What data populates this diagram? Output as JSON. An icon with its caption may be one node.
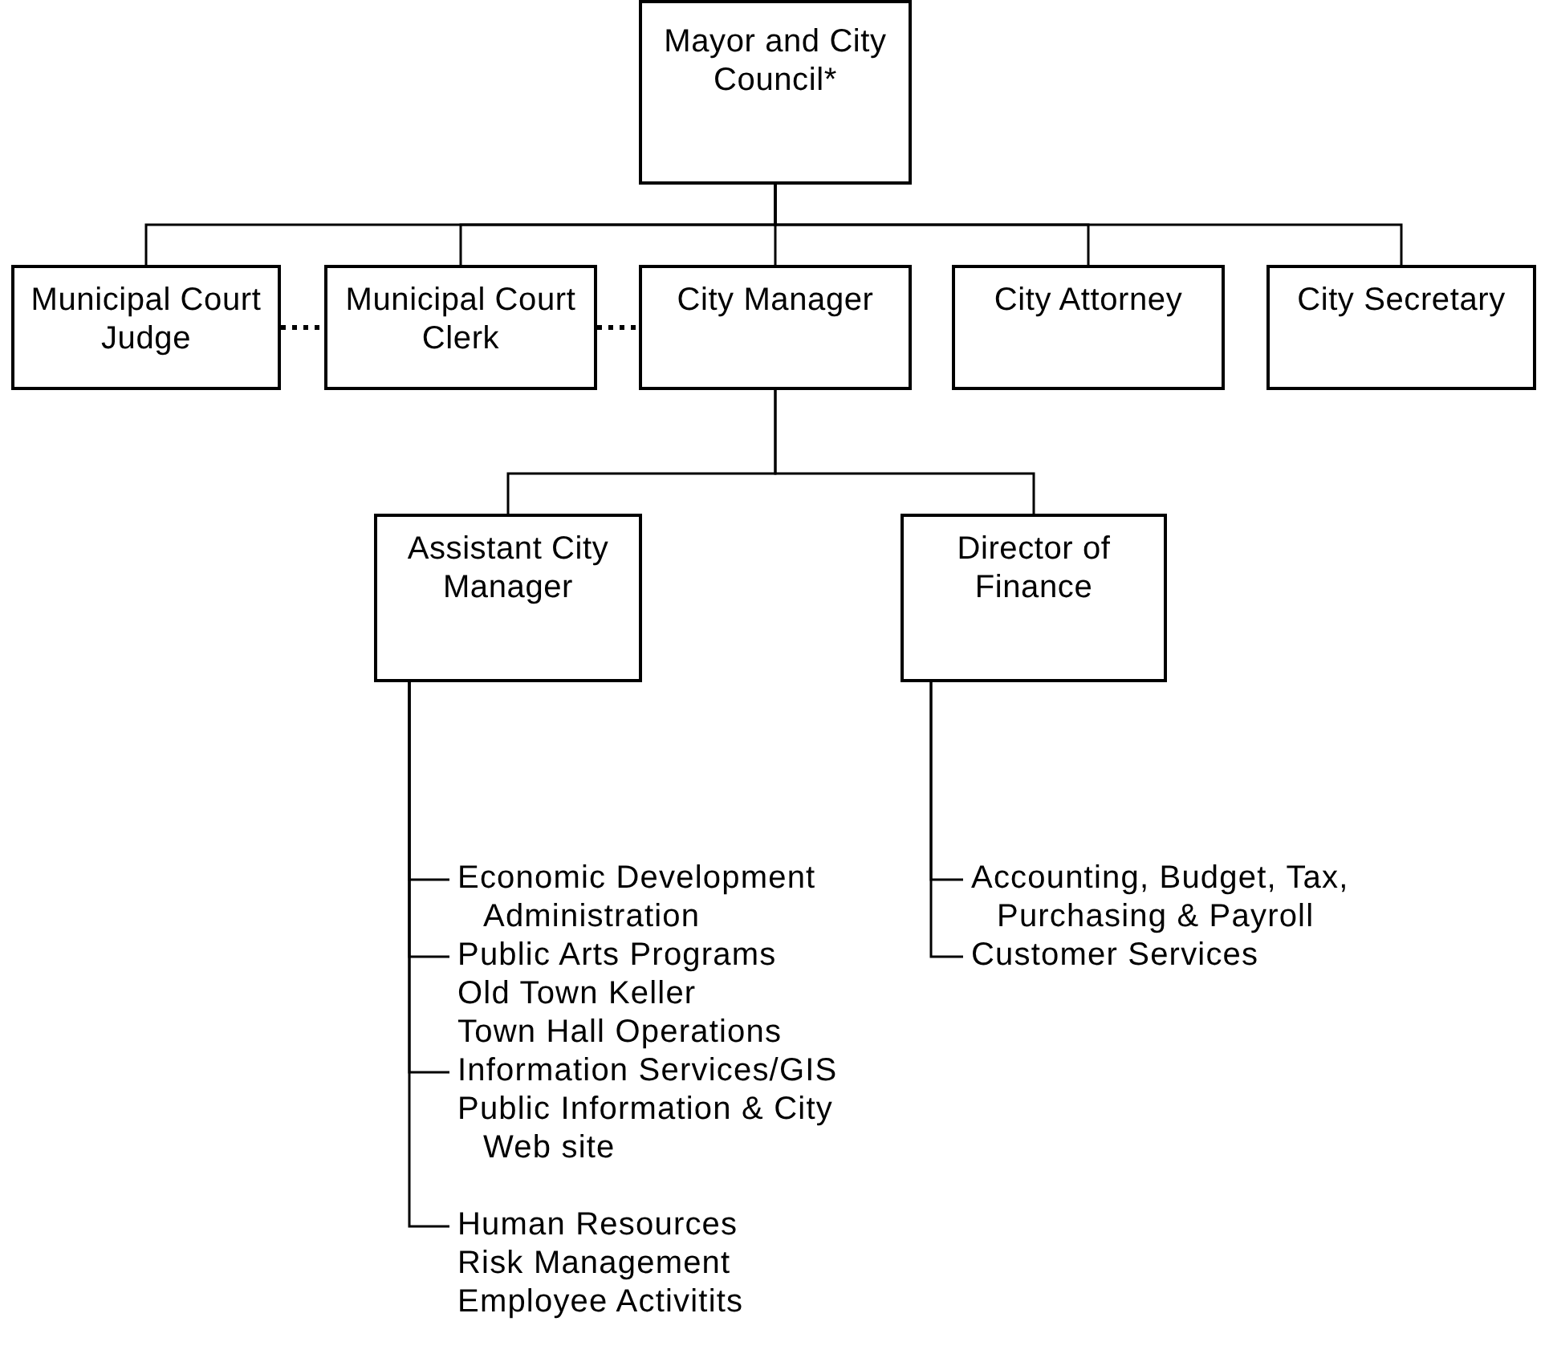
{
  "diagram": {
    "nodes": [
      {
        "text": [
          "Mayor and City Council*"
        ]
      },
      {
        "text": [
          "Municipal Court Judge"
        ]
      },
      {
        "text": [
          "Municipal Court Clerk"
        ]
      },
      {
        "text": [
          "City Manager"
        ]
      },
      {
        "text": [
          "City Attorney"
        ]
      },
      {
        "text": [
          "City Secretary"
        ]
      },
      {
        "text": [
          "Assistant City Manager"
        ]
      },
      {
        "text": [
          "Director of Finance"
        ]
      },
      {
        "text": [
          "Economic Development Administration"
        ]
      },
      {
        "text": [
          "Public Arts Programs",
          "Old Town Keller",
          "Town Hall Operations"
        ]
      },
      {
        "text": [
          "Information Services/GIS",
          "Public Information & City Web site"
        ]
      },
      {
        "text": [
          "Human Resources",
          "Risk Management",
          "Employee Activitits"
        ]
      },
      {
        "text": [
          "Accounting, Budget, Tax, Purchasing & Payroll"
        ]
      },
      {
        "text": [
          "Customer Services"
        ]
      }
    ],
    "edges": [
      {
        "from": 0,
        "to": 1,
        "arrow": "none"
      },
      {
        "from": 0,
        "to": 2,
        "arrow": "none"
      },
      {
        "from": 0,
        "to": 3,
        "arrow": "none"
      },
      {
        "from": 0,
        "to": 4,
        "arrow": "none"
      },
      {
        "from": 0,
        "to": 5,
        "arrow": "none"
      },
      {
        "from": 1,
        "to": 2,
        "arrow": "none",
        "style": "dashed"
      },
      {
        "from": 2,
        "to": 3,
        "arrow": "none",
        "style": "dashed"
      },
      {
        "from": 3,
        "to": 6,
        "arrow": "none"
      },
      {
        "from": 3,
        "to": 7,
        "arrow": "none"
      },
      {
        "from": 6,
        "to": 8,
        "arrow": "none"
      },
      {
        "from": 6,
        "to": 9,
        "arrow": "none"
      },
      {
        "from": 6,
        "to": 10,
        "arrow": "none"
      },
      {
        "from": 6,
        "to": 11,
        "arrow": "none"
      },
      {
        "from": 7,
        "to": 12,
        "arrow": "none"
      },
      {
        "from": 7,
        "to": 13,
        "arrow": "none"
      }
    ]
  }
}
